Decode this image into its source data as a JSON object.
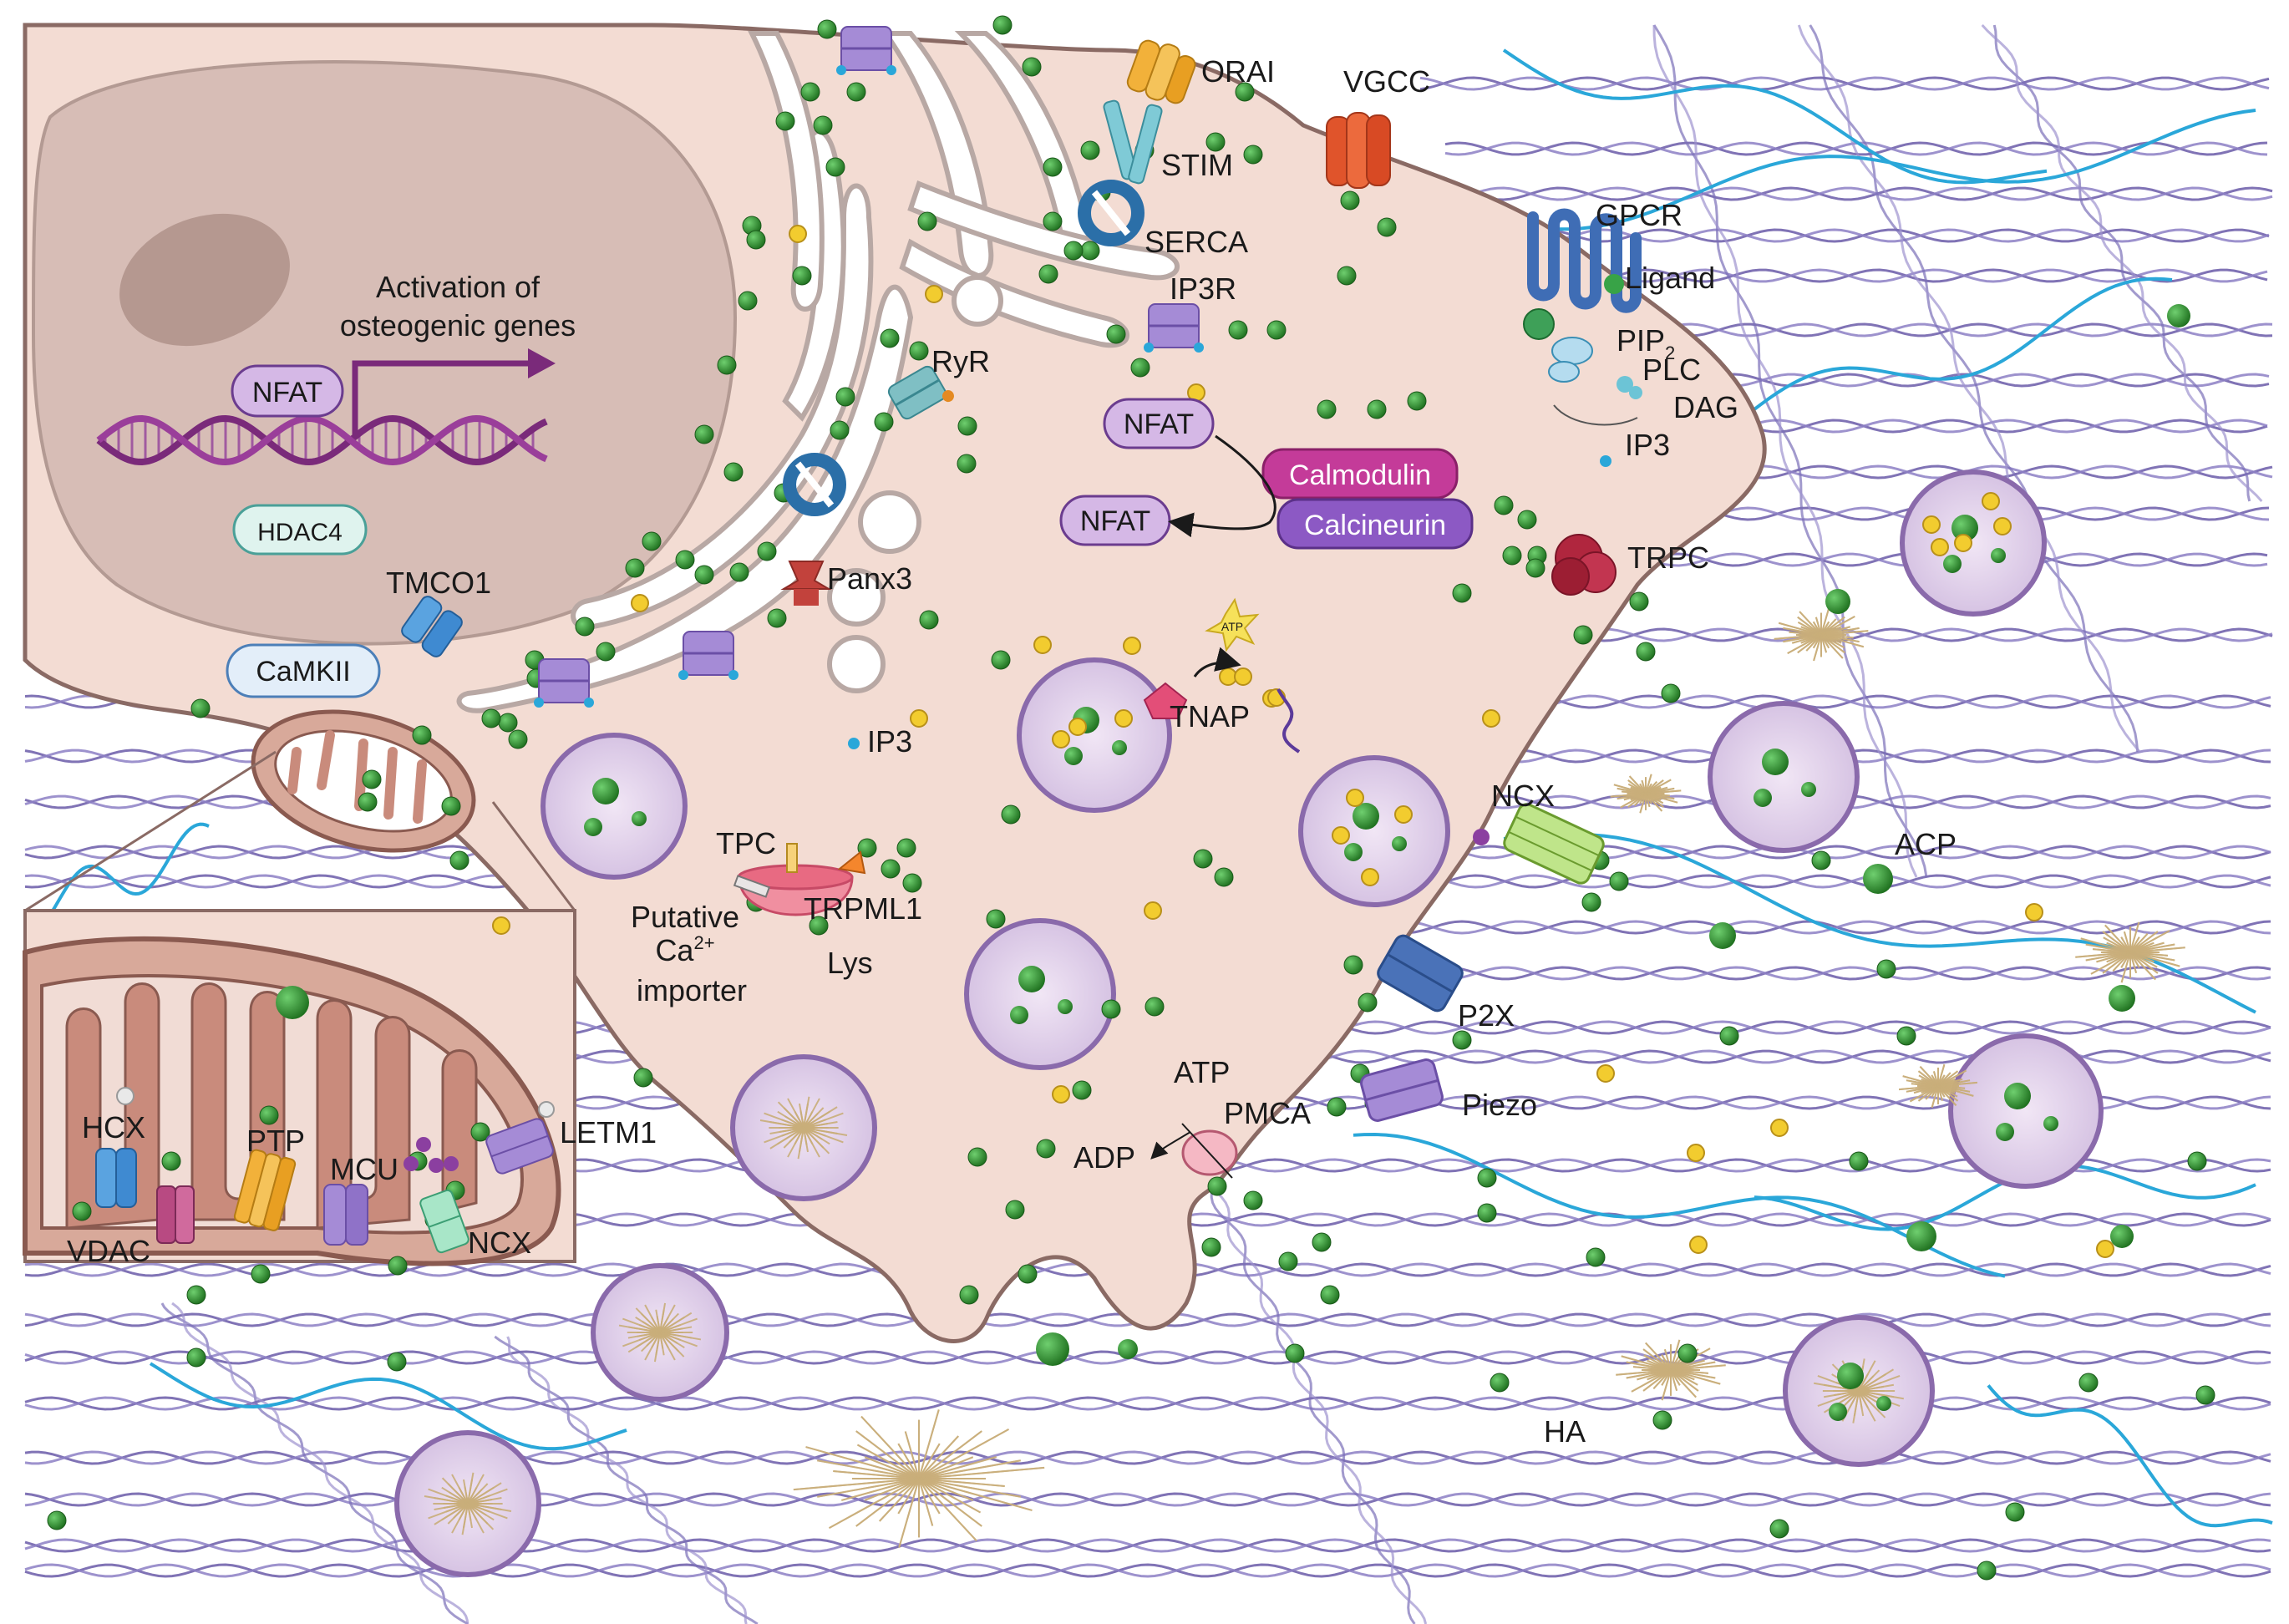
{
  "nucleus": {
    "activation_label_line1": "Activation of",
    "activation_label_line2": "osteogenic genes",
    "nfat": "NFAT",
    "hdac4": "HDAC4"
  },
  "cytoplasm": {
    "camkii": "CaMKII",
    "tmco1": "TMCO1",
    "panx3": "Panx3",
    "ryr": "RyR",
    "ip3r": "IP3R",
    "serca": "SERCA",
    "stim": "STIM",
    "orai": "ORAI",
    "vgcc": "VGCC",
    "gpcr": "GPCR",
    "ligand": "Ligand",
    "pip2_main": "PIP",
    "pip2_sub": "2",
    "plc": "PLC",
    "dag": "DAG",
    "ip3_membrane": "IP3",
    "ip3_cyto": "IP3",
    "nfat_top": "NFAT",
    "nfat_bottom": "NFAT",
    "calmodulin": "Calmodulin",
    "calcineurin": "Calcineurin",
    "trpc": "TRPC",
    "tnap": "TNAP",
    "atp_tnap": "ATP",
    "tpc": "TPC",
    "trpml1": "TRPML1",
    "lys": "Lys",
    "importer_line1": "Putative",
    "importer_line2_main": "Ca",
    "importer_line2_sup": "2+",
    "importer_line3": "importer",
    "ncx_membrane": "NCX",
    "p2x": "P2X",
    "piezo": "Piezo",
    "pmca": "PMCA",
    "atp_pmca": "ATP",
    "adp_pmca": "ADP"
  },
  "mitochondrion": {
    "hcx": "HCX",
    "vdac": "VDAC",
    "ptp": "PTP",
    "mcu": "MCU",
    "ncx": "NCX",
    "letm1": "LETM1"
  },
  "matrix": {
    "acp": "ACP",
    "ha": "HA"
  },
  "ion_label": "Ca²⁺",
  "colors": {
    "cell": "#f3dcd3",
    "cell_outline": "#8a6a64",
    "nucleus": "#d7bdb6",
    "nucleolus": "#b59890",
    "dna": "#7a2a7a",
    "calcium": "#2e8b2e",
    "phosphate": "#f2cc2f",
    "collagen": "#6a5aa8",
    "vesicle": "#dccbe6",
    "calmodulin": "#c43b99",
    "calcineurin": "#8c59c4",
    "channel_blue": "#2a7ac0",
    "vgcc": "#e0542b",
    "trpc": "#b0263e",
    "fiber_blue": "#2aa7d9",
    "crystal": "#c9ae7a"
  }
}
